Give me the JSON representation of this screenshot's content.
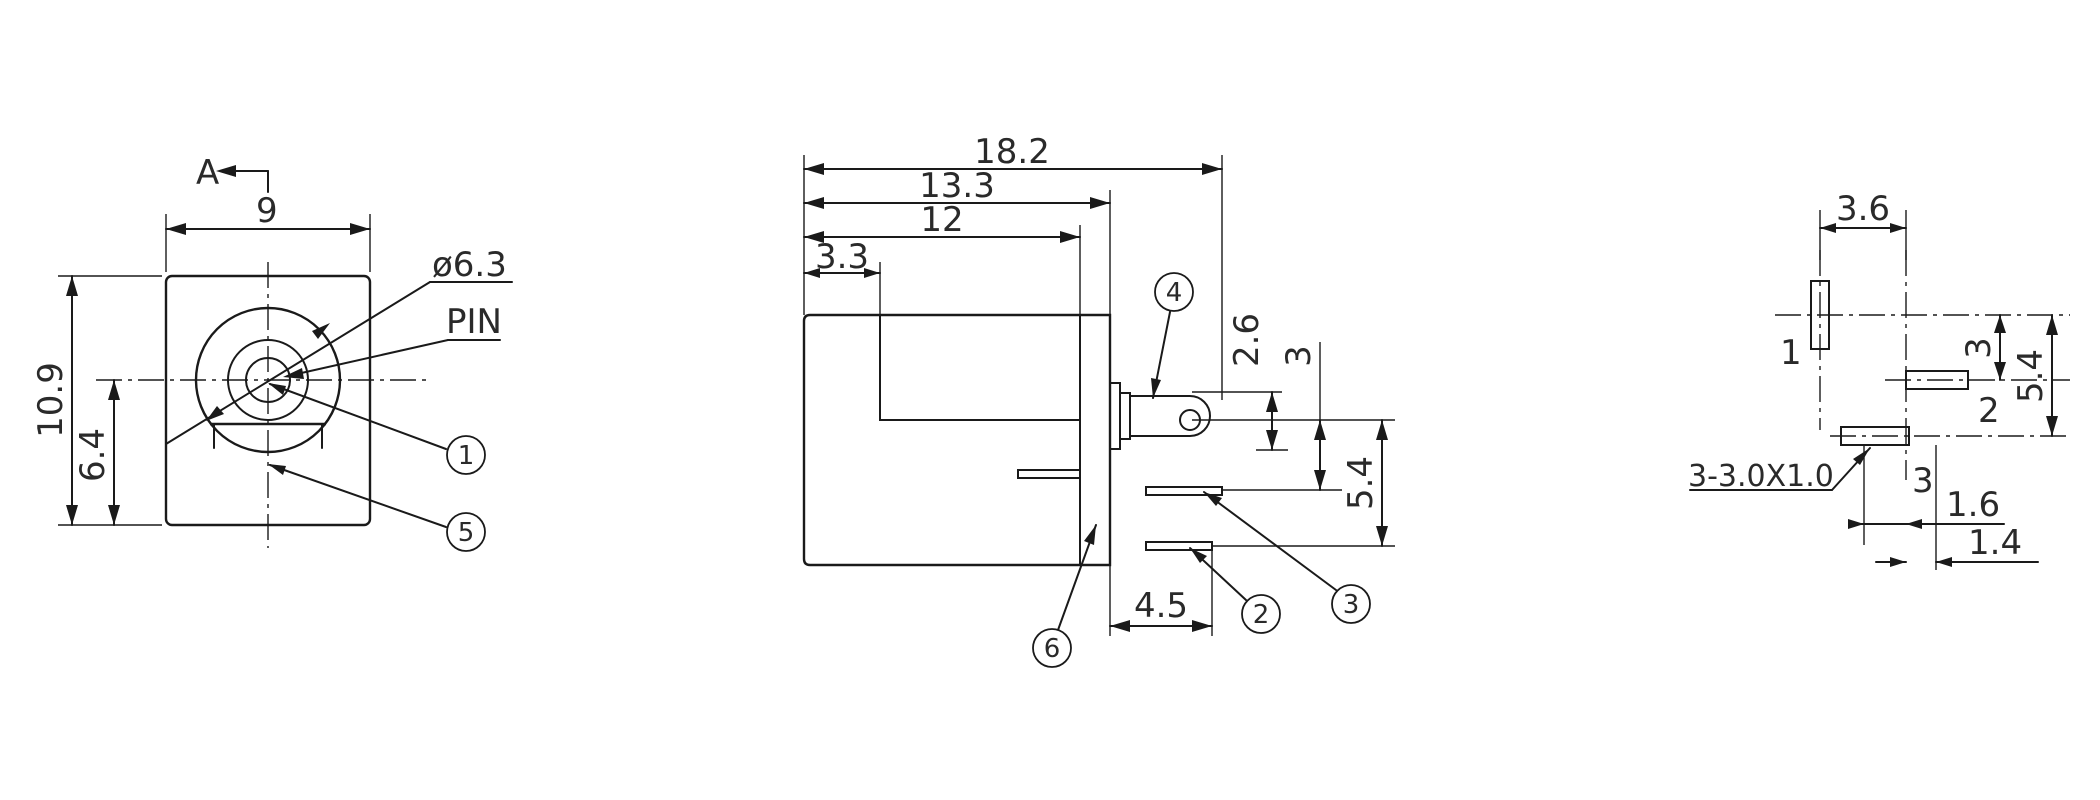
{
  "front_view": {
    "section_marker": "A",
    "dim_width": "9",
    "dim_height": "10.9",
    "dim_center_height": "6.4",
    "dim_diameter": "ø6.3",
    "label_pin": "PIN",
    "callouts": [
      "1",
      "5"
    ]
  },
  "side_view": {
    "dim_overall": "18.2",
    "dim_13_3": "13.3",
    "dim_12": "12",
    "dim_3_3": "3.3",
    "dim_2_6": "2.6",
    "dim_3": "3",
    "dim_5_4": "5.4",
    "dim_4_5": "4.5",
    "callouts": [
      "4",
      "3",
      "2",
      "6"
    ]
  },
  "pcb_layout": {
    "dim_3_6": "3.6",
    "dim_3_a": "3",
    "dim_5_4": "5.4",
    "dim_1_6": "1.6",
    "dim_1_4": "1.4",
    "slot_note": "3-3.0X1.0",
    "pad_labels": [
      "1",
      "2",
      "3"
    ]
  }
}
